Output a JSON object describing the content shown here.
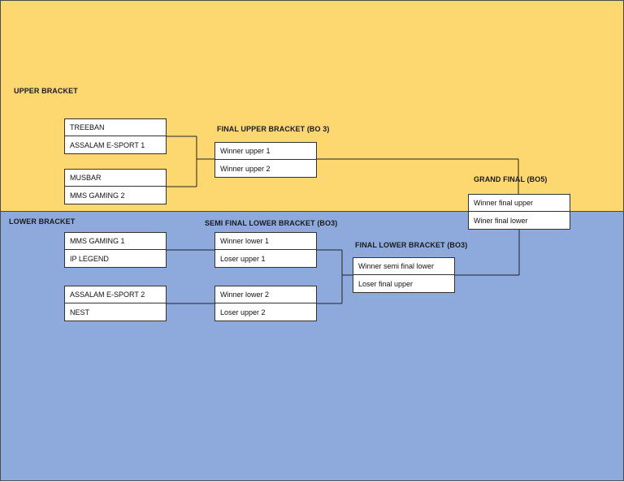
{
  "sections": {
    "upper": "UPPER BRACKET",
    "lower": "LOWER BRACKET"
  },
  "stages": {
    "final_upper": "FINAL UPPER BRACKET (BO 3)",
    "grand_final": "GRAND FINAL (BO5)",
    "semi_final_lower": "SEMI FINAL LOWER BRACKET (BO3)",
    "final_lower": "FINAL LOWER BRACKET (BO3)"
  },
  "matches": {
    "upper_1": [
      "TREEBAN",
      "ASSALAM E-SPORT 1"
    ],
    "upper_2": [
      "MUSBAR",
      "MMS GAMING 2"
    ],
    "final_upper": [
      "Winner upper 1",
      "Winner upper 2"
    ],
    "grand_final": [
      "Winner final upper",
      "Winer final lower"
    ],
    "lower_1": [
      "MMS GAMING 1",
      "IP LEGEND"
    ],
    "lower_2": [
      "ASSALAM E-SPORT 2",
      "NEST"
    ],
    "semi_lower_1": [
      "Winner lower 1",
      "Loser upper 1"
    ],
    "semi_lower_2": [
      "Winner lower 2",
      "Loser upper 2"
    ],
    "final_lower": [
      "Winner semi final lower",
      "Loser final upper"
    ]
  }
}
